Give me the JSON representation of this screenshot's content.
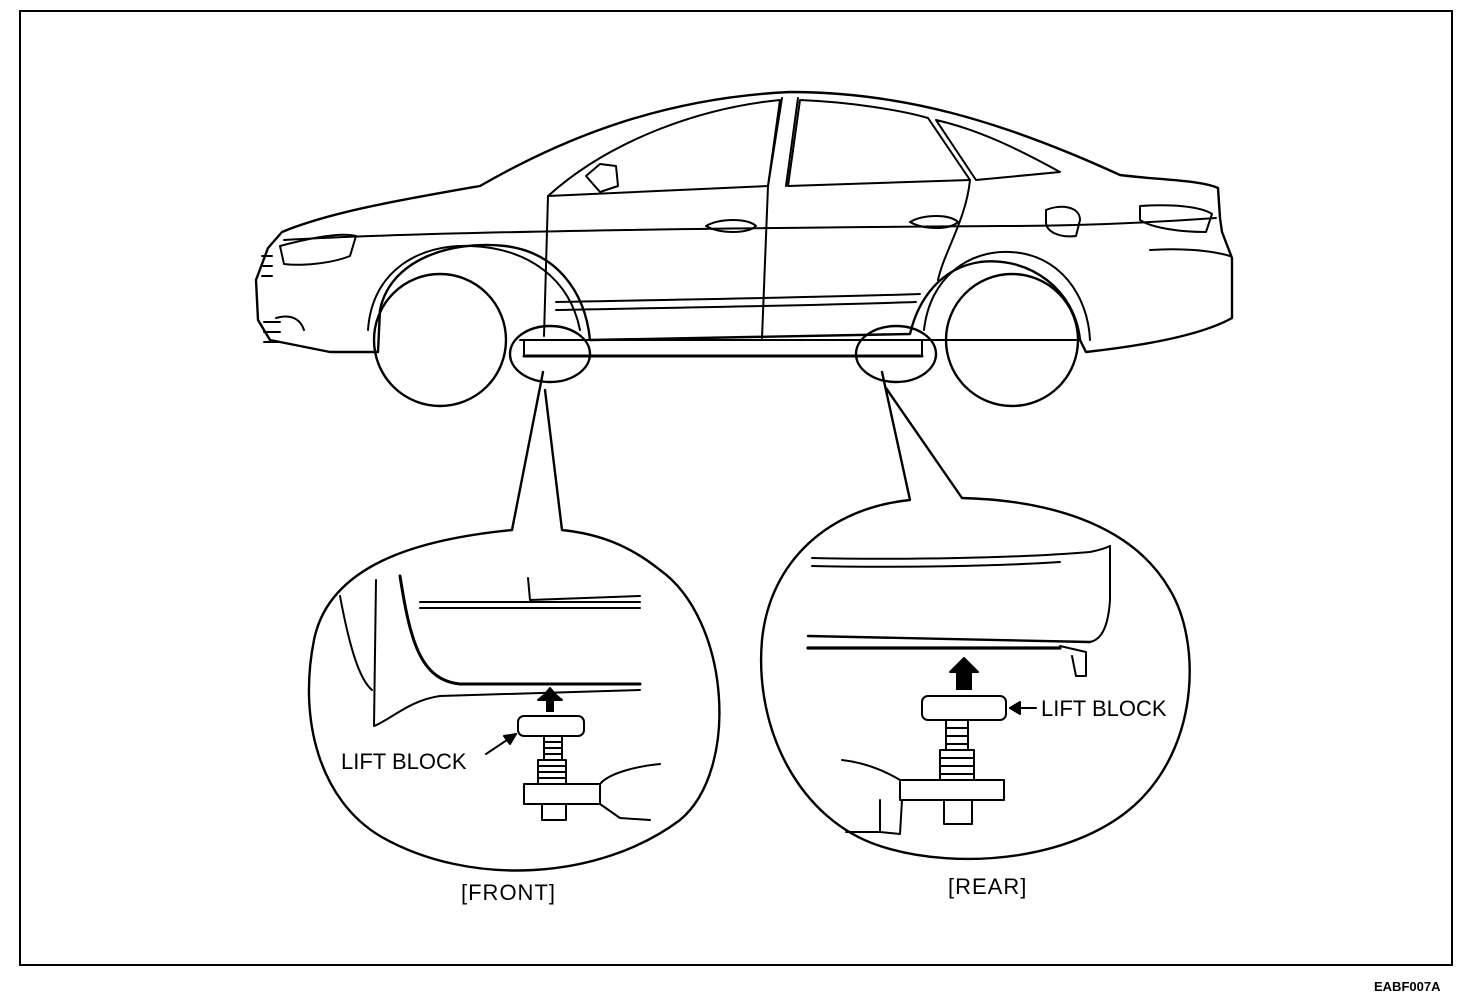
{
  "labels": {
    "front_lift_block": "LIFT BLOCK",
    "rear_lift_block": "LIFT BLOCK",
    "front_caption": "[FRONT]",
    "rear_caption": "[REAR]",
    "figure_code": "EABF007A"
  },
  "colors": {
    "line": "#000000",
    "background": "#ffffff"
  }
}
